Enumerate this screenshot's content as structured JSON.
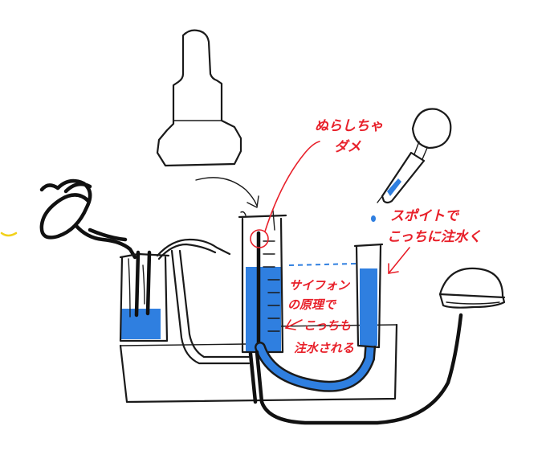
{
  "colors": {
    "ink": "#1a1a1a",
    "water": "#2f7fe0",
    "annotation": "#e8202a",
    "stray_mark": "#f2d11a"
  },
  "annotations": {
    "moist_line1": "ぬらしちゃ",
    "moist_line2": "ダメ",
    "dropper_line1": "スポイトで",
    "dropper_line2": "こっちに注水く",
    "siphon_line1": "サイフォン",
    "siphon_line2": "の原理で",
    "siphon_line3": "こっちも",
    "siphon_line4": "注水される"
  },
  "icons": {
    "inverted_bottle": "bottle-icon",
    "dropper": "dropper-icon",
    "tripod": "tripod-icon",
    "mushroom_cap": "dome-cap-icon"
  }
}
